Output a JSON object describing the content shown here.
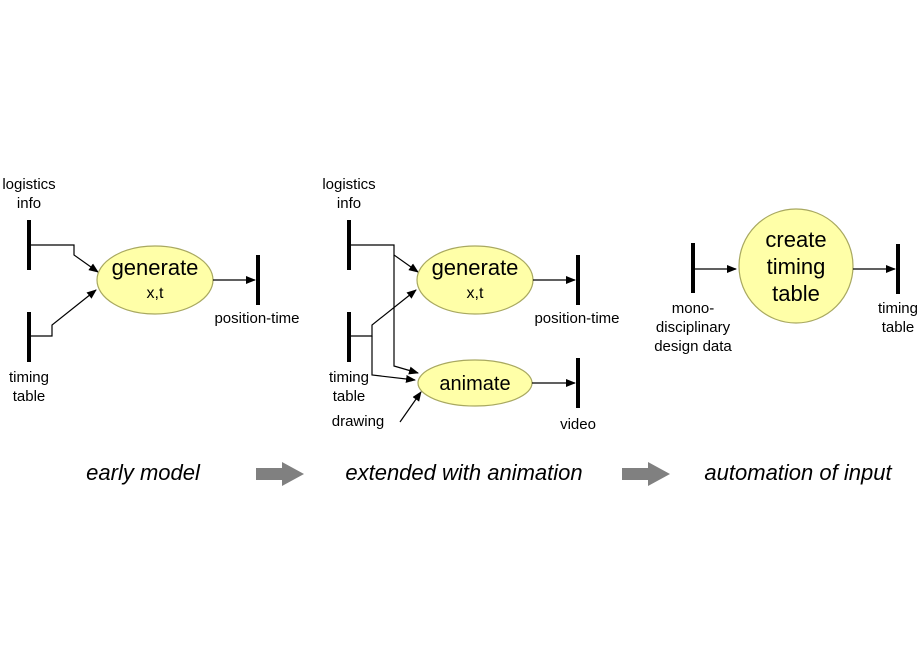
{
  "colors": {
    "bubble_fill": "#ffffa8",
    "bubble_stroke": "#a8a860",
    "flow_arrow": "#808080"
  },
  "panel1": {
    "logistics_l1": "logistics",
    "logistics_l2": "info",
    "timing_l1": "timing",
    "timing_l2": "table",
    "process_main": "generate",
    "process_sub": "x,t",
    "output": "position-time",
    "caption": "early model"
  },
  "panel2": {
    "logistics_l1": "logistics",
    "logistics_l2": "info",
    "timing_l1": "timing",
    "timing_l2": "table",
    "drawing": "drawing",
    "process1_main": "generate",
    "process1_sub": "x,t",
    "output1": "position-time",
    "process2": "animate",
    "output2": "video",
    "caption": "extended with animation"
  },
  "panel3": {
    "input_l1": "mono-",
    "input_l2": "disciplinary",
    "input_l3": "design data",
    "process_l1": "create",
    "process_l2": "timing",
    "process_l3": "table",
    "output_l1": "timing",
    "output_l2": "table",
    "caption": "automation of input"
  }
}
